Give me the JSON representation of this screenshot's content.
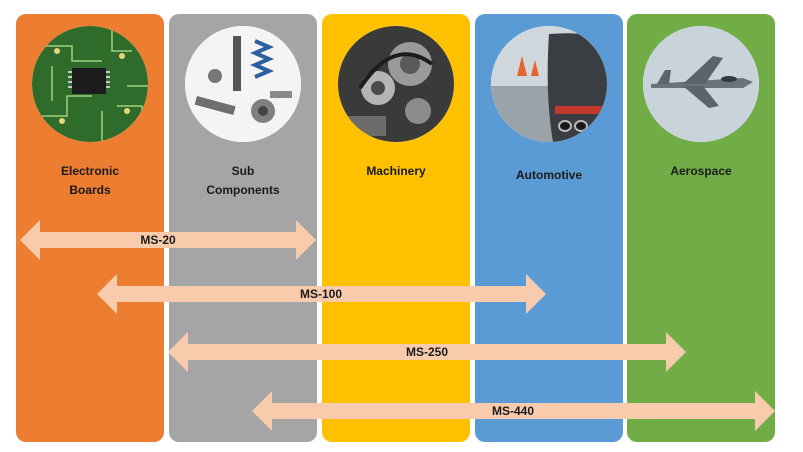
{
  "columns": [
    {
      "id": "electronic-boards",
      "label": "Electronic\nBoards",
      "color": "#ED7D31",
      "icon": "circuit-board-icon"
    },
    {
      "id": "sub-components",
      "label": "Sub\nComponents",
      "color": "#A5A5A5",
      "icon": "suspension-parts-icon"
    },
    {
      "id": "machinery",
      "label": "Machinery",
      "color": "#FFC000",
      "icon": "engine-icon"
    },
    {
      "id": "automotive",
      "label": "Automotive",
      "color": "#5B9BD5",
      "icon": "car-exhaust-icon"
    },
    {
      "id": "aerospace",
      "label": "Aerospace",
      "color": "#70AD47",
      "icon": "fighter-jet-icon"
    }
  ],
  "arrows": [
    {
      "label": "MS-20"
    },
    {
      "label": "MS-100"
    },
    {
      "label": "MS-250"
    },
    {
      "label": "MS-440"
    }
  ],
  "arrow_color": "#F8CBAD"
}
